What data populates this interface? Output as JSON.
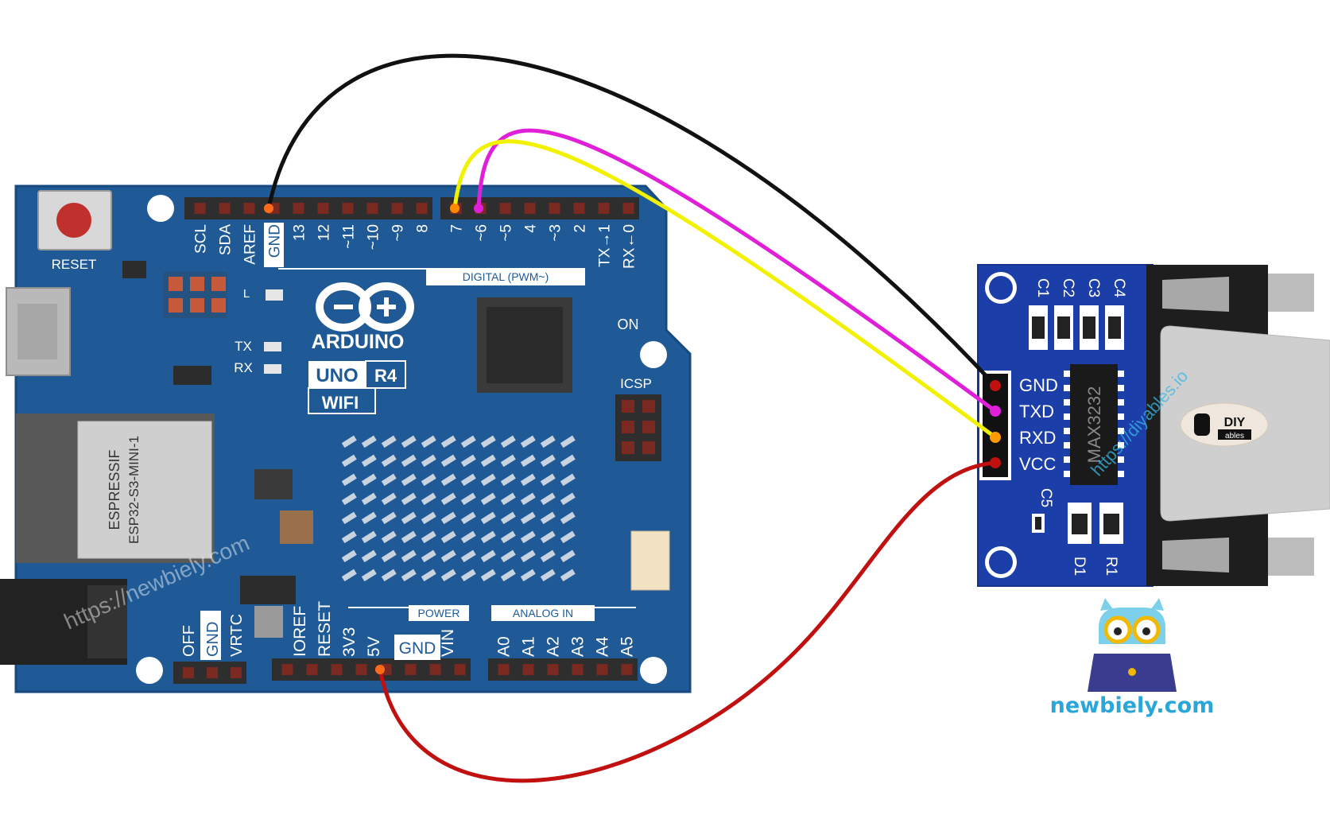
{
  "board": {
    "reset_label": "RESET",
    "digital_pins_left": [
      "SCL",
      "SDA",
      "AREF",
      "GND",
      "13",
      "12",
      "~11",
      "~10",
      "~9",
      "8"
    ],
    "digital_pins_right": [
      "7",
      "~6",
      "~5",
      "4",
      "~3",
      "2",
      "TX→1",
      "RX←0"
    ],
    "digital_header_label": "DIGITAL (PWM~)",
    "brand": "ARDUINO",
    "model_uno": "UNO",
    "model_r4": "R4",
    "model_wifi": "WIFI",
    "on_label": "ON",
    "icsp_label": "ICSP",
    "l_label": "L",
    "tx_label": "TX",
    "rx_label": "RX",
    "module_vendor": "ESPRESSIF",
    "module_name": "ESP32-S3-MINI-1",
    "power_header_label": "POWER",
    "analog_header_label": "ANALOG IN",
    "power_pins": [
      "IOREF",
      "RESET",
      "3V3",
      "5V",
      "GND",
      "VIN"
    ],
    "analog_pins": [
      "A0",
      "A1",
      "A2",
      "A3",
      "A4",
      "A5"
    ],
    "left_pins": [
      "OFF",
      "GND",
      "VRTC"
    ]
  },
  "module": {
    "pins": [
      "GND",
      "TXD",
      "RXD",
      "VCC"
    ],
    "chip": "MAX3232",
    "caps": [
      "C1",
      "C2",
      "C3",
      "C4"
    ],
    "c5": "C5",
    "d1": "D1",
    "r1": "R1",
    "diy_top": "DIY",
    "diy_bottom": "ables"
  },
  "watermarks": {
    "board": "https://newbiely.com",
    "module": "https://diyables.io"
  },
  "logo": {
    "text": "newbiely.com"
  },
  "colors": {
    "board": "#1f5a96",
    "module_pcb": "#1b3ea8",
    "wire_gnd": "#111111",
    "wire_txd": "#e020d8",
    "wire_rxd": "#f2f200",
    "wire_vcc": "#c01010",
    "logo_text": "#2aa6d8"
  }
}
